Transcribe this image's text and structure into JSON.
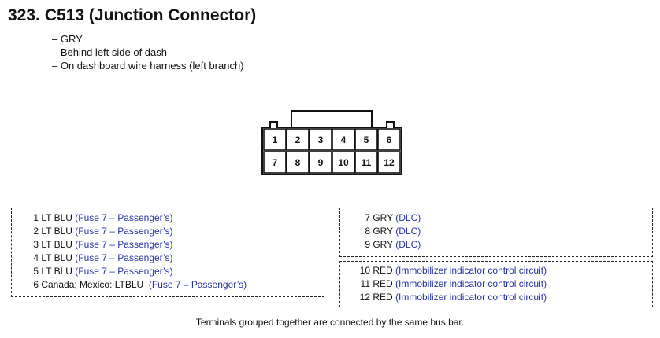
{
  "header": {
    "number": "323.",
    "title": "C513 (Junction Connector)"
  },
  "notes": [
    "– GRY",
    "– Behind left side of dash",
    "– On dashboard wire harness (left branch)"
  ],
  "connector": {
    "top_row": [
      "1",
      "2",
      "3",
      "4",
      "5",
      "6"
    ],
    "bottom_row": [
      "7",
      "8",
      "9",
      "10",
      "11",
      "12"
    ]
  },
  "groups": [
    {
      "rows": [
        {
          "term": "1",
          "wire": "LT BLU",
          "circuit": "(Fuse 7 – Passenger’s)"
        },
        {
          "term": "2",
          "wire": "LT BLU",
          "circuit": "(Fuse 7 – Passenger’s)"
        },
        {
          "term": "3",
          "wire": "LT BLU",
          "circuit": "(Fuse 7 – Passenger’s)"
        },
        {
          "term": "4",
          "wire": "LT BLU",
          "circuit": "(Fuse 7 – Passenger’s)"
        },
        {
          "term": "5",
          "wire": "LT BLU",
          "circuit": "(Fuse 7 – Passenger’s)"
        },
        {
          "term": "6",
          "wire": "Canada; Mexico: LTBLU ",
          "circuit": "(Fuse 7 – Passenger’s)"
        }
      ]
    },
    {
      "rows": [
        {
          "term": "7",
          "wire": "GRY",
          "circuit": "(DLC)"
        },
        {
          "term": "8",
          "wire": "GRY",
          "circuit": "(DLC)"
        },
        {
          "term": "9",
          "wire": "GRY",
          "circuit": "(DLC)"
        }
      ]
    },
    {
      "rows": [
        {
          "term": "10",
          "wire": "RED",
          "circuit": "(Immobilizer indicator control circuit)"
        },
        {
          "term": "11",
          "wire": "RED",
          "circuit": "(Immobilizer indicator control circuit)"
        },
        {
          "term": "12",
          "wire": "RED",
          "circuit": "(Immobilizer indicator control circuit)"
        }
      ]
    }
  ],
  "footer": "Terminals grouped together are connected by the same bus bar."
}
